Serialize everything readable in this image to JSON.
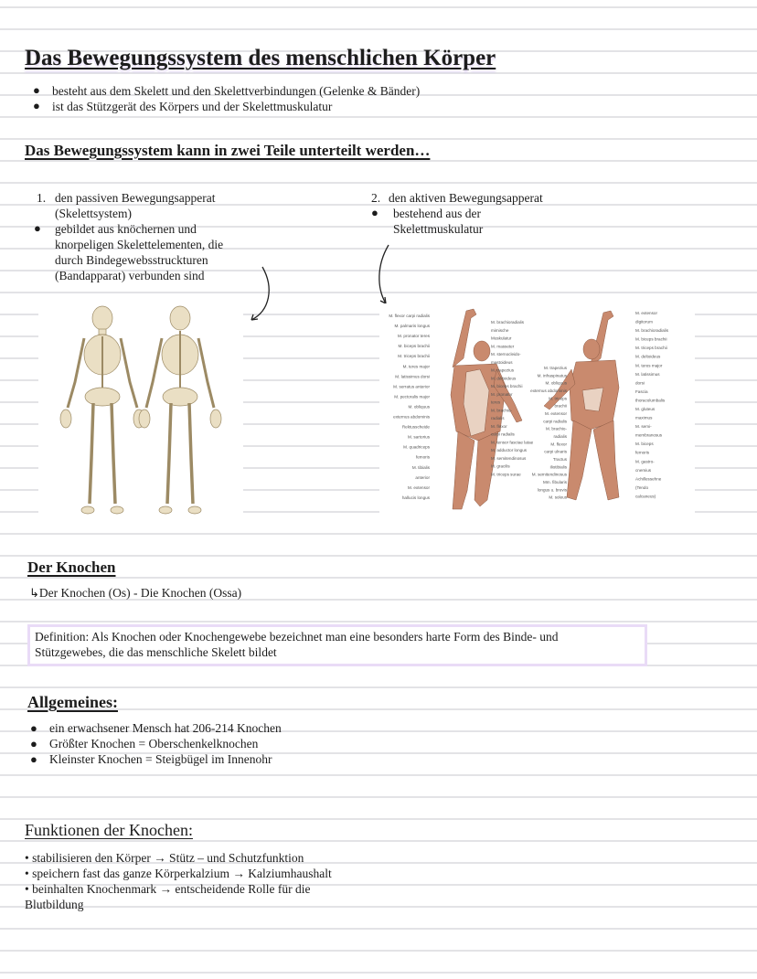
{
  "title": "Das Bewegungssystem des menschlichen Körper",
  "intro_bullets": [
    "besteht aus dem Skelett und den Skelettverbindungen (Gelenke & Bänder)",
    "ist das Stützgerät des Körpers und der Skelettmuskulatur"
  ],
  "division_heading": "Das Bewegungssystem kann in zwei Teile unterteilt werden…",
  "passive": {
    "number": "1.",
    "lines": [
      "den passiven Bewegungsapperat",
      "(Skelettsystem)"
    ],
    "bullet_lines": [
      "gebildet aus knöchernen und",
      "knorpeligen Skelettelementen, die",
      "durch Bindegewebsstruckturen",
      "(Bandapparat) verbunden sind"
    ]
  },
  "active": {
    "number": "2.",
    "lines": [
      "den aktiven Bewegungsapperat"
    ],
    "bullet_lines": [
      "bestehend aus der",
      "Skelettmuskulatur"
    ]
  },
  "muscle_front_labels_left": [
    "M. flexor carpi radialis",
    "M. palmaris longus",
    "M. pronator teres",
    "M. biceps brachii",
    "M. triceps brachii",
    "M. teres major",
    "M. latissimus dorsi",
    "M. serratus anterior",
    "M. pectoralis major",
    "M. obliquus",
    "externus abdominis",
    "Rektusscheide",
    "M. sartorius",
    "M. quadriceps",
    "femoris",
    "M. tibialis",
    "anterior",
    "M. extensor",
    "hallucis longus"
  ],
  "muscle_front_labels_right": [
    "M. brachioradialis",
    "mimische",
    "Muskulatur",
    "M. masseter",
    "M. sternocleido-",
    "mastoideus",
    "M. trapezius",
    "M. deltoideus",
    "M. biceps brachii",
    "M. pronator",
    "teres",
    "M. brachio-",
    "radialis",
    "M. flexor",
    "carpi radialis",
    "M. tensor fasciae latae",
    "M. adductor longus",
    "M. semitendinosus",
    "M. gracilis",
    "M. triceps surae"
  ],
  "muscle_back_labels_left": [
    "M. trapezius",
    "M. infraspinatus",
    "M. obliquus",
    "externus abdominis",
    "M. triceps",
    "brachii",
    "M. extensor",
    "carpi radialis",
    "M. brachio-",
    "radialis",
    "M. flexor",
    "carpi ulnaris",
    "Tractus",
    "iliotibialis",
    "M. semitendinosus",
    "Mm. fibularis",
    "longus u. brevis",
    "M. soleus"
  ],
  "muscle_back_labels_right": [
    "M. extensor",
    "digitorum",
    "M. brachioradialis",
    "M. biceps brachii",
    "M. triceps brachii",
    "M. deltoideus",
    "M. teres major",
    "M. latissimus",
    "dorsi",
    "Fascia",
    "thoracolumbalis",
    "M. gluteus",
    "maximus",
    "M. semi-",
    "membranosus",
    "M. biceps",
    "femoris",
    "M. gastro-",
    "cnemius",
    "Achillessehne",
    "(Tendo",
    "calcaneus)"
  ],
  "bone_heading": "Der Knochen",
  "bone_subline": "Der Knochen (Os) - Die Knochen (Ossa)",
  "definition_lines": [
    "Definition: Als Knochen oder Knochengewebe bezeichnet man eine besonders harte Form des Binde- und",
    "Stützgewebes, die das menschliche Skelett bildet"
  ],
  "general_heading": "Allgemeines:",
  "general_bullets": [
    "ein erwachsener Mensch hat 206-214 Knochen",
    "Größter Knochen = Oberschenkelknochen",
    "Kleinster Knochen = Steigbügel im Innenohr"
  ],
  "functions_heading": "Funktionen der Knochen:",
  "function_lines": [
    "• stabilisieren den Körper → Stütz – und Schutzfunktion",
    "• speichern fast das ganze Körperkalzium → Kalziumhaushalt",
    "• beinhalten Knochenmark → entscheidende Rolle für die",
    "Blutbildung"
  ],
  "colors": {
    "highlight": "#e9dbf7",
    "bone": "#eadfc4",
    "muscle": "#c98a6e",
    "rule": "#e3e3e6"
  }
}
